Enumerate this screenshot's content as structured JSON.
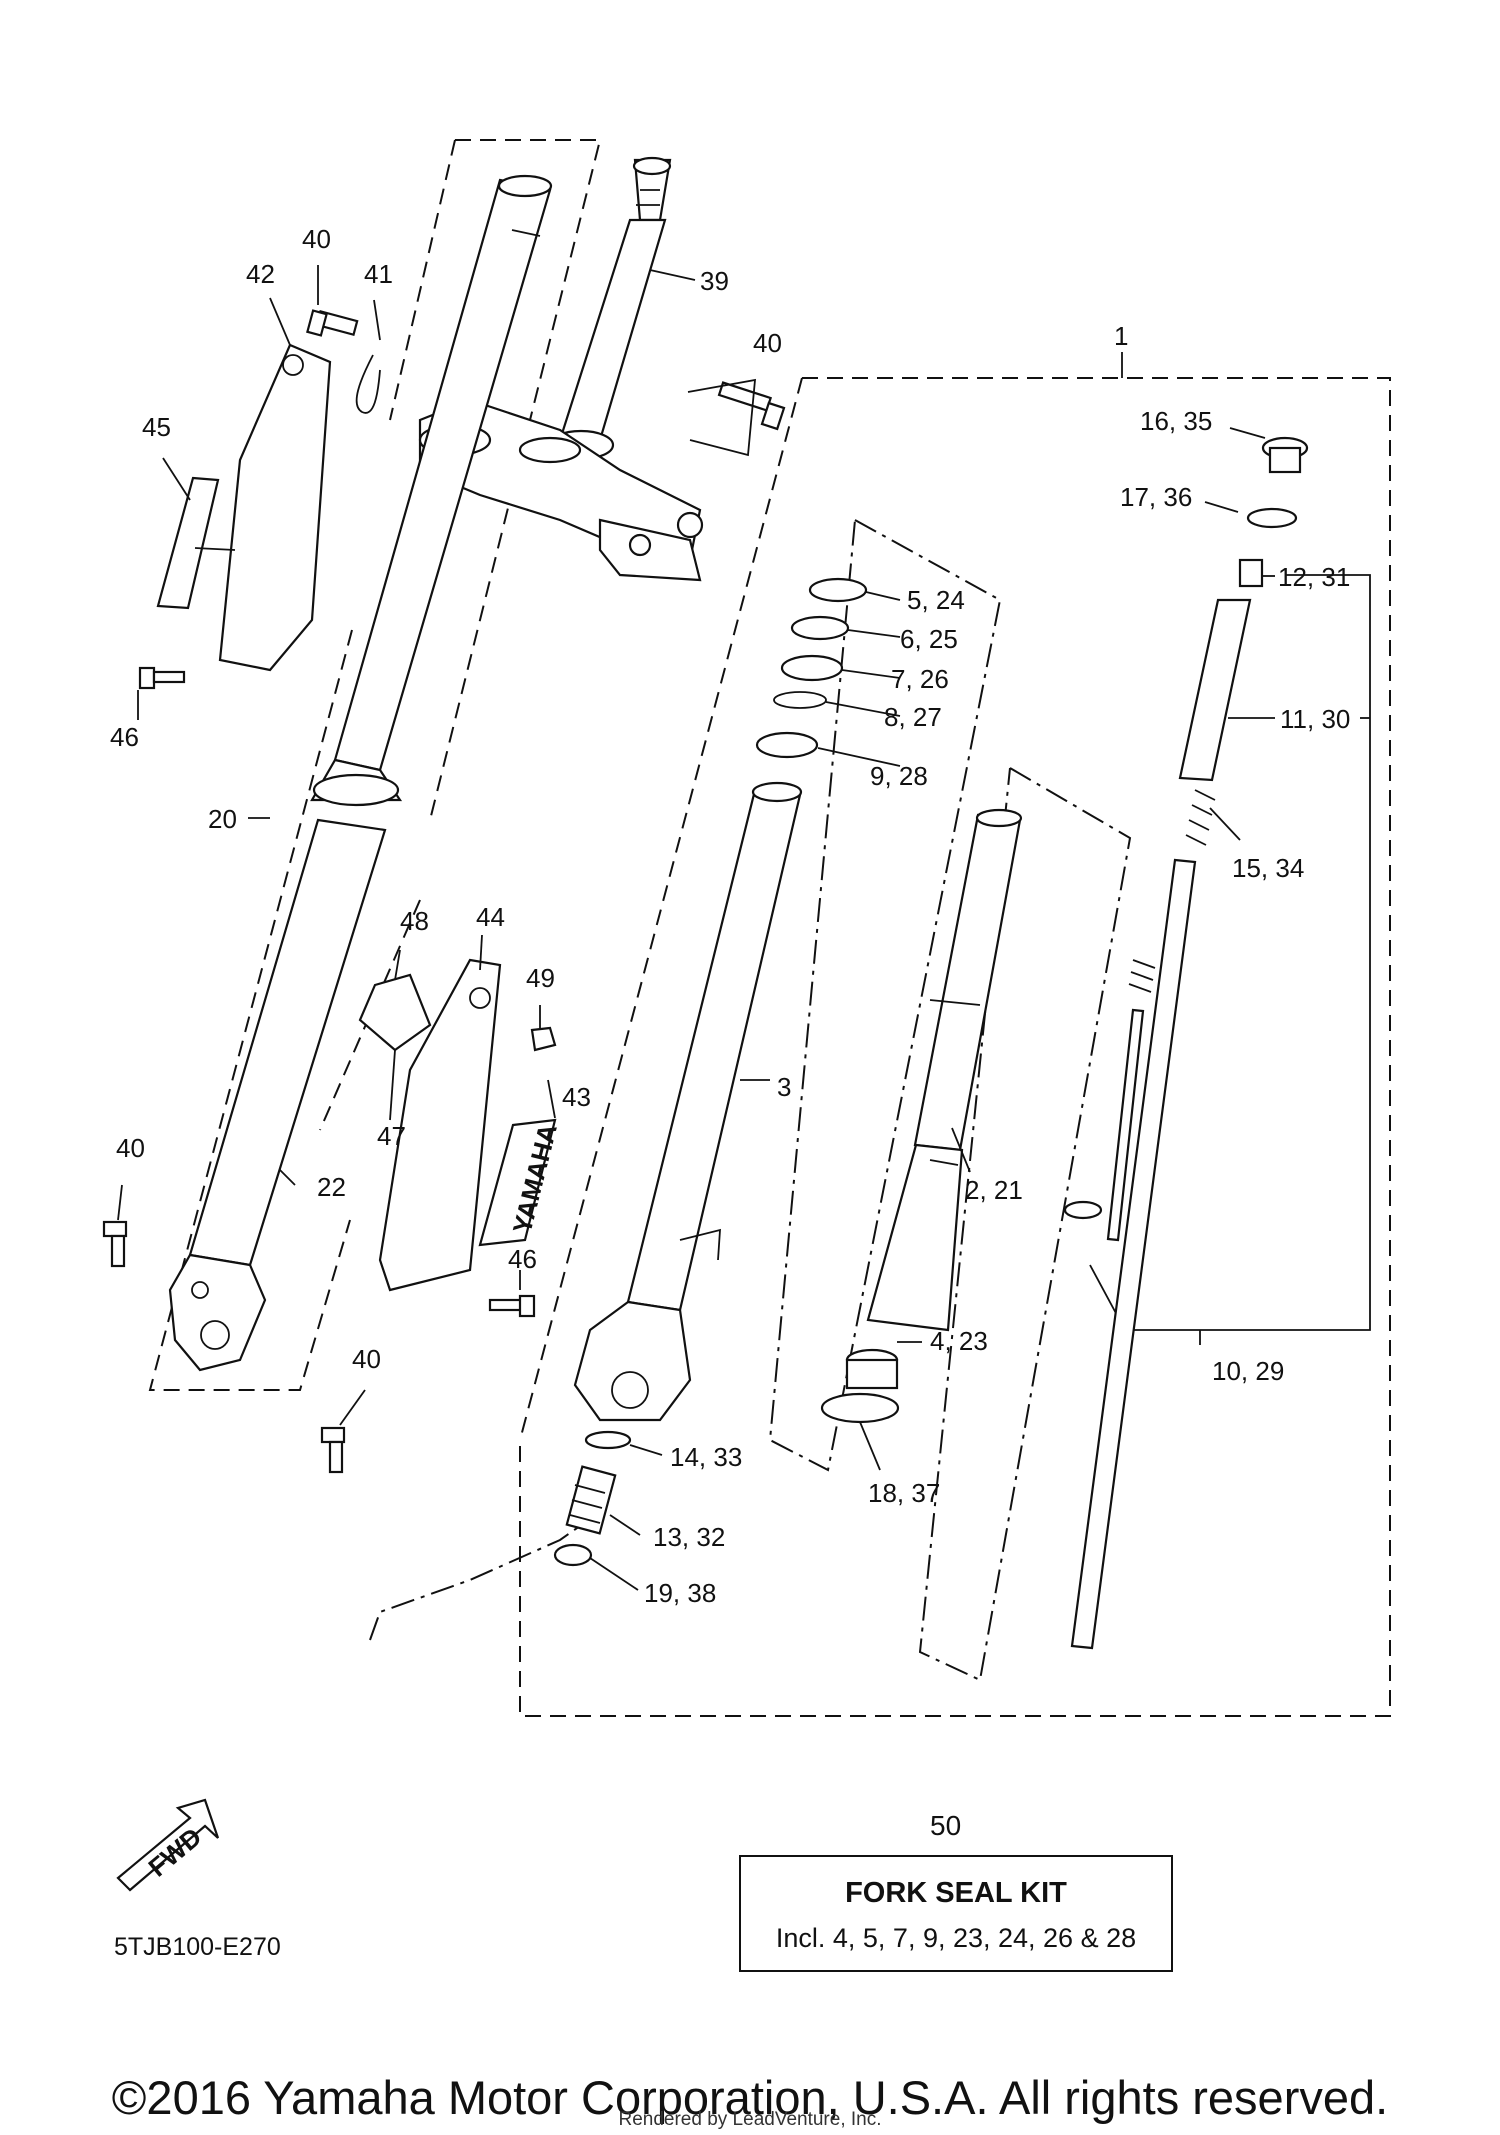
{
  "callouts": [
    {
      "id": "c1",
      "text": "1"
    },
    {
      "id": "c16",
      "text": "16, 35"
    },
    {
      "id": "c17",
      "text": "17, 36"
    },
    {
      "id": "c12",
      "text": "12, 31"
    },
    {
      "id": "c11",
      "text": "11, 30"
    },
    {
      "id": "c15",
      "text": "15, 34"
    },
    {
      "id": "c10",
      "text": "10, 29"
    },
    {
      "id": "c5",
      "text": "5, 24"
    },
    {
      "id": "c6",
      "text": "6, 25"
    },
    {
      "id": "c7",
      "text": "7, 26"
    },
    {
      "id": "c8",
      "text": "8, 27"
    },
    {
      "id": "c9",
      "text": "9, 28"
    },
    {
      "id": "c3",
      "text": "3"
    },
    {
      "id": "c2",
      "text": "2, 21"
    },
    {
      "id": "c4",
      "text": "4, 23"
    },
    {
      "id": "c18",
      "text": "18, 37"
    },
    {
      "id": "c14",
      "text": "14, 33"
    },
    {
      "id": "c13",
      "text": "13, 32"
    },
    {
      "id": "c19",
      "text": "19, 38"
    },
    {
      "id": "c39",
      "text": "39"
    },
    {
      "id": "c40a",
      "text": "40"
    },
    {
      "id": "c40b",
      "text": "40"
    },
    {
      "id": "c40c",
      "text": "40"
    },
    {
      "id": "c40d",
      "text": "40"
    },
    {
      "id": "c41",
      "text": "41"
    },
    {
      "id": "c42",
      "text": "42"
    },
    {
      "id": "c45",
      "text": "45"
    },
    {
      "id": "c46a",
      "text": "46"
    },
    {
      "id": "c46b",
      "text": "46"
    },
    {
      "id": "c20",
      "text": "20"
    },
    {
      "id": "c22",
      "text": "22"
    },
    {
      "id": "c48",
      "text": "48"
    },
    {
      "id": "c44",
      "text": "44"
    },
    {
      "id": "c49",
      "text": "49"
    },
    {
      "id": "c43",
      "text": "43"
    },
    {
      "id": "c47",
      "text": "47"
    }
  ],
  "kit": {
    "number": "50",
    "title": "FORK SEAL KIT",
    "description": "Incl. 4, 5, 7, 9, 23, 24, 26 & 28"
  },
  "guard_text": "YAMAHA",
  "fwd_label": "FWD",
  "diagram_code": "5TJB100-E270",
  "copyright": "©2016 Yamaha Motor Corporation, U.S.A. All rights reserved.",
  "rendered_by": "Rendered by LeadVenture, Inc."
}
